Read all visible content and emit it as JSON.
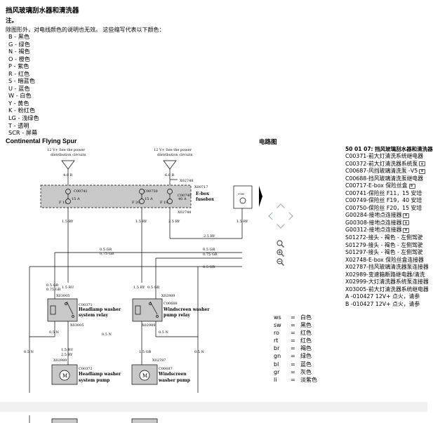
{
  "page": {
    "title": "挡风玻璃刮水器和清洗器",
    "note_label": "注。",
    "intro": "除图形外，对电线颜色的说明也无效。 这些缩写代表以下颜色：",
    "colour_legend": [
      "B - 黑色",
      "G - 绿色",
      "N - 褐色",
      "O - 橙色",
      "P - 紫色",
      "R - 红色",
      "S - 暗蓝色",
      "U - 蓝色",
      "W - 白色",
      "Y - 黄色",
      "K - 粉红色",
      "LG - 浅绿色",
      "T - 透明",
      "SCR - 屏幕"
    ],
    "model": "Continental Flying Spur",
    "circuit_label": "电路图"
  },
  "diagram": {
    "supply_left": [
      "12 V+ See the power",
      "distribution circuits"
    ],
    "supply_right": [
      "12 V+ See the power",
      "distribution circuits"
    ],
    "supply_wire_left": "4.0 R",
    "supply_wire_right": "6.0 R",
    "ebox": "E-box",
    "fusebox": "fusebox",
    "conn_c00741": "C00741",
    "conn_c00749": "C00749",
    "conn_c00750": "C00750",
    "conn_x02748_top": "X02748",
    "conn_x02748_b": "X02748",
    "conn_x00717": "X00717",
    "fuse_f11": "F 11",
    "fuse_f19": "F 19",
    "fuse_f20": "F 20",
    "amp_15a_1": "15 A",
    "amp_15a_2": "15 A",
    "amp_40a": "40 A",
    "ign_label": "+ve",
    "wire_15ry_1": "1.5 RY",
    "wire_15ry_2": "1.5 RY",
    "wire_25ry_1": "2.5 RY",
    "wire_25ry_2": "2.5 RY",
    "wire_15ry_3": "1.5 RY",
    "wire_05gr_1": "0.5 GR",
    "wire_075gr_1": "0.75 GR",
    "wire_05gr_2": "0.5 GR",
    "wire_075gr_2": "0.75 GR",
    "wire_05gr_3": "0.5 GR",
    "wire_05gr_4": "0.5 GR",
    "wire_075gr_3": "0.75 GR",
    "wire_15ru": "1.5 RU",
    "wire_15ry_4": "1.5 RY",
    "wire_05gr_5": "0.5 GR",
    "relay1_conn_top": "X03005",
    "relay1_conn_mid": "C00371",
    "relay1_conn_bot": "X03005",
    "relay1_label": [
      "Headlamp washer",
      "system relay"
    ],
    "relay2_conn_top": "X02989",
    "relay2_conn_mid": "C00688",
    "relay2_conn_bot": "X02989",
    "relay2_label": [
      "Windscreen washer",
      "pump relay"
    ],
    "wire_05n_1": "0.5 N",
    "wire_05n_2": "0.5 N",
    "wire_05n_3": "0.5 N",
    "wire_05n_4": "0.5 N",
    "wire_05n_5": "0.5 N",
    "wire_15ru_2": "1.5 RU",
    "wire_25ry_3": "2.5 RY",
    "wire_15gr": "1.5 GR",
    "pump1_conn_a": "X02989",
    "pump1_conn_b": "C00372",
    "pump1_label": [
      "Headlamp washer",
      "system pump"
    ],
    "pump2_conn_a": "X02787",
    "pump2_conn_b": "C00687",
    "pump2_label": [
      "Windscreen",
      "washer pump"
    ],
    "motor_symbol": "M"
  },
  "components": {
    "title": "50 01 07: 挡风玻璃刮水器和清洗器",
    "items": [
      {
        "text": "C00371-前大灯清洗系统继电器",
        "icon": false
      },
      {
        "text": "C00372-前大灯清洗器系统泵",
        "icon": true
      },
      {
        "text": "C00687-风挡玻璃清洗泵 -V5",
        "icon": true
      },
      {
        "text": "C00688-挡风玻璃清洗泵继电器",
        "icon": false
      },
      {
        "text": "C00717-E-box 保险丝盒",
        "icon": true
      },
      {
        "text": "C00741-保险丝 F11，15 安培",
        "icon": false
      },
      {
        "text": "C00749-保险丝 F19，40 安培",
        "icon": false
      },
      {
        "text": "C00750-保险丝 F20，15 安培",
        "icon": false
      },
      {
        "text": "G00284-接地点连接器",
        "icon": true
      },
      {
        "text": "G00308-接地点连接器",
        "icon": true
      },
      {
        "text": "G00312-接地点连接器",
        "icon": true
      },
      {
        "text": "S01272-接头 - 褐色 - 左侧驾驶",
        "icon": false
      },
      {
        "text": "S01279-接头 - 褐色 - 左侧驾驶",
        "icon": false
      },
      {
        "text": "S01297-接头 - 褐色 - 左侧驾驶",
        "icon": false
      },
      {
        "text": "X02748-E-box 保险丝盒连接器",
        "icon": false
      },
      {
        "text": "X02787-挡风玻璃清洗器泵连接器",
        "icon": false
      },
      {
        "text": "X02989-变速箱断路继电器/清洗",
        "icon": false
      },
      {
        "text": "X02999-大灯清洗器系统泵连接器",
        "icon": false
      },
      {
        "text": "X03005-前大灯清洗器系统继电器",
        "icon": false
      },
      {
        "text": "A    -010427 12V+ 点火，请参",
        "icon": false
      },
      {
        "text": "B    -010427 12V+ 点火，请参",
        "icon": false
      }
    ]
  },
  "wire_codes": [
    {
      "code": "ws",
      "eq": "=",
      "name": "白色"
    },
    {
      "code": "sw",
      "eq": "=",
      "name": "黑色"
    },
    {
      "code": "ro",
      "eq": "=",
      "name": "红色"
    },
    {
      "code": "rt",
      "eq": "=",
      "name": "红色"
    },
    {
      "code": "br",
      "eq": "=",
      "name": "褐色"
    },
    {
      "code": "gn",
      "eq": "=",
      "name": "绿色"
    },
    {
      "code": "bl",
      "eq": "=",
      "name": "蓝色"
    },
    {
      "code": "gr",
      "eq": "=",
      "name": "灰色"
    },
    {
      "code": "li",
      "eq": "=",
      "name": "淡紫色"
    }
  ],
  "colors": {
    "fusebox_fill": "#c8c8c8",
    "relay_fill": "#c8c8c8",
    "nav_arrow": "#9aa6b4",
    "separator": "#f0f0f0"
  }
}
